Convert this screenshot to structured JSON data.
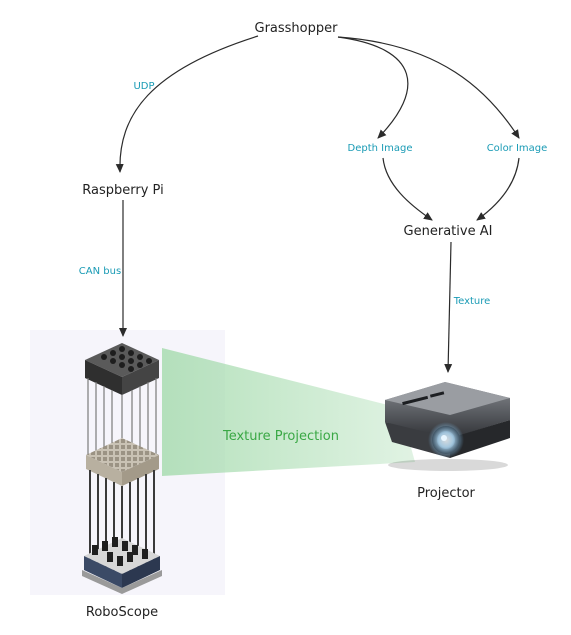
{
  "nodes": {
    "grasshopper": "Grasshopper",
    "raspberry_pi": "Raspberry Pi",
    "generative_ai": "Generative AI",
    "projector": "Projector",
    "roboscope": "RoboScope"
  },
  "edges": {
    "udp": "UDP",
    "can_bus": "CAN bus",
    "depth_image": "Depth Image",
    "color_image": "Color Image",
    "texture": "Texture"
  },
  "projection_label": "Texture Projection",
  "colors": {
    "edge_label": "#1a9bb5",
    "projection_label": "#3aa845",
    "beam": "#a8dcb0",
    "arrow": "#2b2b2b",
    "node_text": "#222222"
  },
  "icons": {
    "roboscope": "pin-array-shape-display-illustration",
    "projector": "projector-illustration"
  }
}
